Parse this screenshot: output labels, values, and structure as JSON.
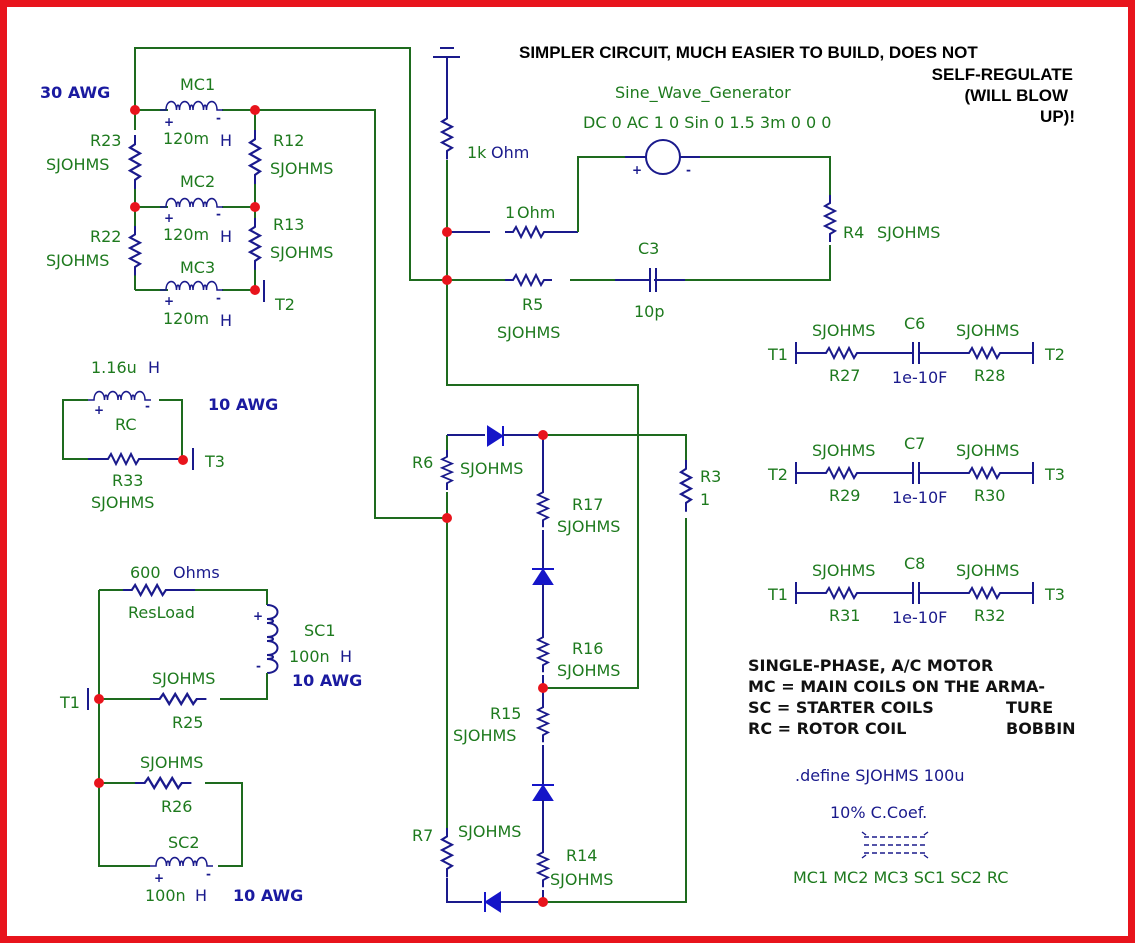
{
  "notes": {
    "title_lines": [
      "SIMPLER CIRCUIT, MUCH EASIER TO BUILD, DOES NOT",
      "SELF-REGULATE",
      "(WILL BLOW",
      "UP)!"
    ],
    "legend_lines": [
      "SINGLE-PHASE, A/C MOTOR",
      "MC = MAIN COILS ON THE ARMA-",
      "SC = STARTER COILS",
      "RC = ROTOR COIL"
    ],
    "legend_right": [
      "TURE",
      "BOBBIN"
    ],
    "define": ".define SJOHMS 100u",
    "coupling_label": "10% C.Coef.",
    "coupled_list": "MC1 MC2 MC3 SC1 SC2 RC"
  },
  "wire_gauges": {
    "main": "30 AWG",
    "rotor": "10 AWG",
    "sc1": "10 AWG",
    "sc2": "10 AWG"
  },
  "source": {
    "name": "Sine_Wave_Generator",
    "spec": "DC 0 AC 1 0 Sin 0 1.5 3m 0 0 0"
  },
  "components": {
    "MC1": {
      "name": "MC1",
      "value": "120m",
      "unit": "H"
    },
    "MC2": {
      "name": "MC2",
      "value": "120m",
      "unit": "H"
    },
    "MC3": {
      "name": "MC3",
      "value": "120m",
      "unit": "H"
    },
    "RC": {
      "name": "RC",
      "value": "1.16u",
      "unit": "H"
    },
    "SC1": {
      "name": "SC1",
      "value": "100n",
      "unit": "H"
    },
    "SC2": {
      "name": "SC2",
      "value": "100n",
      "unit": "H"
    },
    "R23": {
      "name": "R23",
      "value": "SJOHMS"
    },
    "R22": {
      "name": "R22",
      "value": "SJOHMS"
    },
    "R12": {
      "name": "R12",
      "value": "SJOHMS"
    },
    "R13": {
      "name": "R13",
      "value": "SJOHMS"
    },
    "R33": {
      "name": "R33",
      "value": "SJOHMS"
    },
    "Rtop": {
      "value": "1k",
      "unit": "Ohm"
    },
    "R1ohm": {
      "value": "1",
      "unit": "Ohm"
    },
    "R4": {
      "name": "R4",
      "value": "SJOHMS"
    },
    "R5": {
      "name": "R5",
      "value": "SJOHMS"
    },
    "C3": {
      "name": "C3",
      "value": "10p"
    },
    "R6": {
      "name": "R6",
      "value": "SJOHMS"
    },
    "R7": {
      "name": "R7",
      "value": "SJOHMS"
    },
    "R14": {
      "name": "R14",
      "value": "SJOHMS"
    },
    "R15": {
      "name": "R15",
      "value": "SJOHMS"
    },
    "R16": {
      "name": "R16",
      "value": "SJOHMS"
    },
    "R17": {
      "name": "R17",
      "value": "SJOHMS"
    },
    "R3": {
      "name": "R3",
      "value": "1"
    },
    "ResLoad": {
      "name": "ResLoad",
      "value": "600",
      "unit": "Ohms"
    },
    "R25": {
      "name": "R25",
      "value": "SJOHMS"
    },
    "R26": {
      "name": "R26",
      "value": "SJOHMS"
    }
  },
  "rc_networks": [
    {
      "left": "T1",
      "r1": "R27",
      "r1v": "SJOHMS",
      "cap": "C6",
      "capv": "1e-10F",
      "r2": "R28",
      "r2v": "SJOHMS",
      "right": "T2"
    },
    {
      "left": "T2",
      "r1": "R29",
      "r1v": "SJOHMS",
      "cap": "C7",
      "capv": "1e-10F",
      "r2": "R30",
      "r2v": "SJOHMS",
      "right": "T3"
    },
    {
      "left": "T1",
      "r1": "R31",
      "r1v": "SJOHMS",
      "cap": "C8",
      "capv": "1e-10F",
      "r2": "R32",
      "r2v": "SJOHMS",
      "right": "T3"
    }
  ],
  "terminals": {
    "t1": "T1",
    "t2": "T2",
    "t3": "T3"
  },
  "symbols": {
    "plus": "+",
    "minus": "-"
  }
}
